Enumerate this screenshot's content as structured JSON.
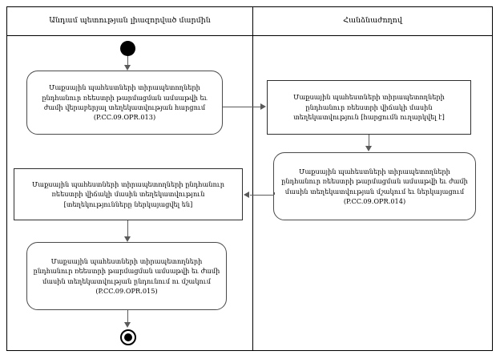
{
  "diagram": {
    "type": "uml-activity-diagram",
    "lanes": [
      {
        "id": "lane-member-state",
        "title": "Անդամ պետության լիազորված մարմին"
      },
      {
        "id": "lane-commission",
        "title": "Հանձնաժողով"
      }
    ],
    "nodes": [
      {
        "id": "node-request",
        "lane": "lane-member-state",
        "shape": "rounded-rectangle",
        "text": "Մաքսային պահեստների տիրապետողների ընդհանուր ռեեստրի թարմացման ամսաթվի եւ ժամի վերաբերյալ տեղեկատվության հարցում (P.CC.09.OPR.013)"
      },
      {
        "id": "node-state-info",
        "lane": "lane-commission",
        "shape": "rectangle",
        "text": "Մաքսային պահեստների տիրապետողների ընդհանուր ռեեստրի վիճակի մասին տեղեկատվություն [հարցումն ուղարկվել է]"
      },
      {
        "id": "node-update",
        "lane": "lane-commission",
        "shape": "rounded-rectangle",
        "text": "Մաքսային պահեստների տիրապետողների ընդհանուր ռեեստրի թարմացման ամսաթվի եւ ժամի մասին տեղեկատվության մշակում եւ ներկայացում (P.CC.09.OPR.014)"
      },
      {
        "id": "node-state-recv",
        "lane": "lane-member-state",
        "shape": "rectangle",
        "text": "Մաքսային պահեստների տիրապետողների  ընդհանուր ռեեստրի վիճակի մասին տեղեկատվություն [տեղեկությունները ներկայացվել են]"
      },
      {
        "id": "node-receive",
        "lane": "lane-member-state",
        "shape": "rounded-rectangle",
        "text": "Մաքսային պահեստների տիրապետողների ընդհանուր ռեեստրի թարմացման ամսաթվի եւ ժամի մասին տեղեկատվության ընդունում ու մշակում (P.CC.09.OPR.015)"
      }
    ],
    "control_nodes": [
      {
        "id": "initial-node",
        "kind": "initial"
      },
      {
        "id": "final-node",
        "kind": "final"
      }
    ],
    "colors": {
      "frame": "#000000",
      "node_border": "#4a4a4a",
      "edge": "#5a5a5a",
      "background": "#ffffff",
      "text": "#000000"
    }
  }
}
